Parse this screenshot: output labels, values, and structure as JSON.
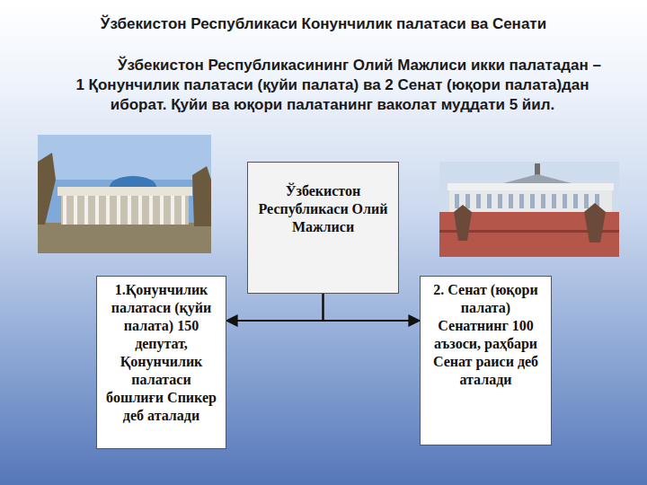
{
  "diagram": {
    "title": "Ўзбекистон Республикаси Конунчилик палатаси ва Сенати",
    "nodes": [
      {
        "text": [
          "Ўзбекистон Республикаси Олий Мажлиси"
        ]
      },
      {
        "text": [
          "1.Қонунчилик палатаси (қуйи палата) 150 депутат, Қонунчилик палатаси бошлиғи Спикер деб аталади"
        ]
      },
      {
        "text": [
          "2. Сенат (юқори палата) Сенатнинг 100 аъзоси, раҳбари Сенат раиси деб аталади"
        ]
      }
    ],
    "edges": [
      {
        "from": 0,
        "to": 1,
        "arrow": "to"
      },
      {
        "from": 0,
        "to": 2,
        "arrow": "to"
      }
    ],
    "labels": [
      "Ўзбекистон Республикасининг Олий Мажлиси икки палатадан – 1 Қонунчилик палатаси (қуйи палата) ва 2 Сенат (юқори палата)дан иборат. Қуйи ва юқори палатанинг ваколат муддати 5 йил."
    ]
  }
}
